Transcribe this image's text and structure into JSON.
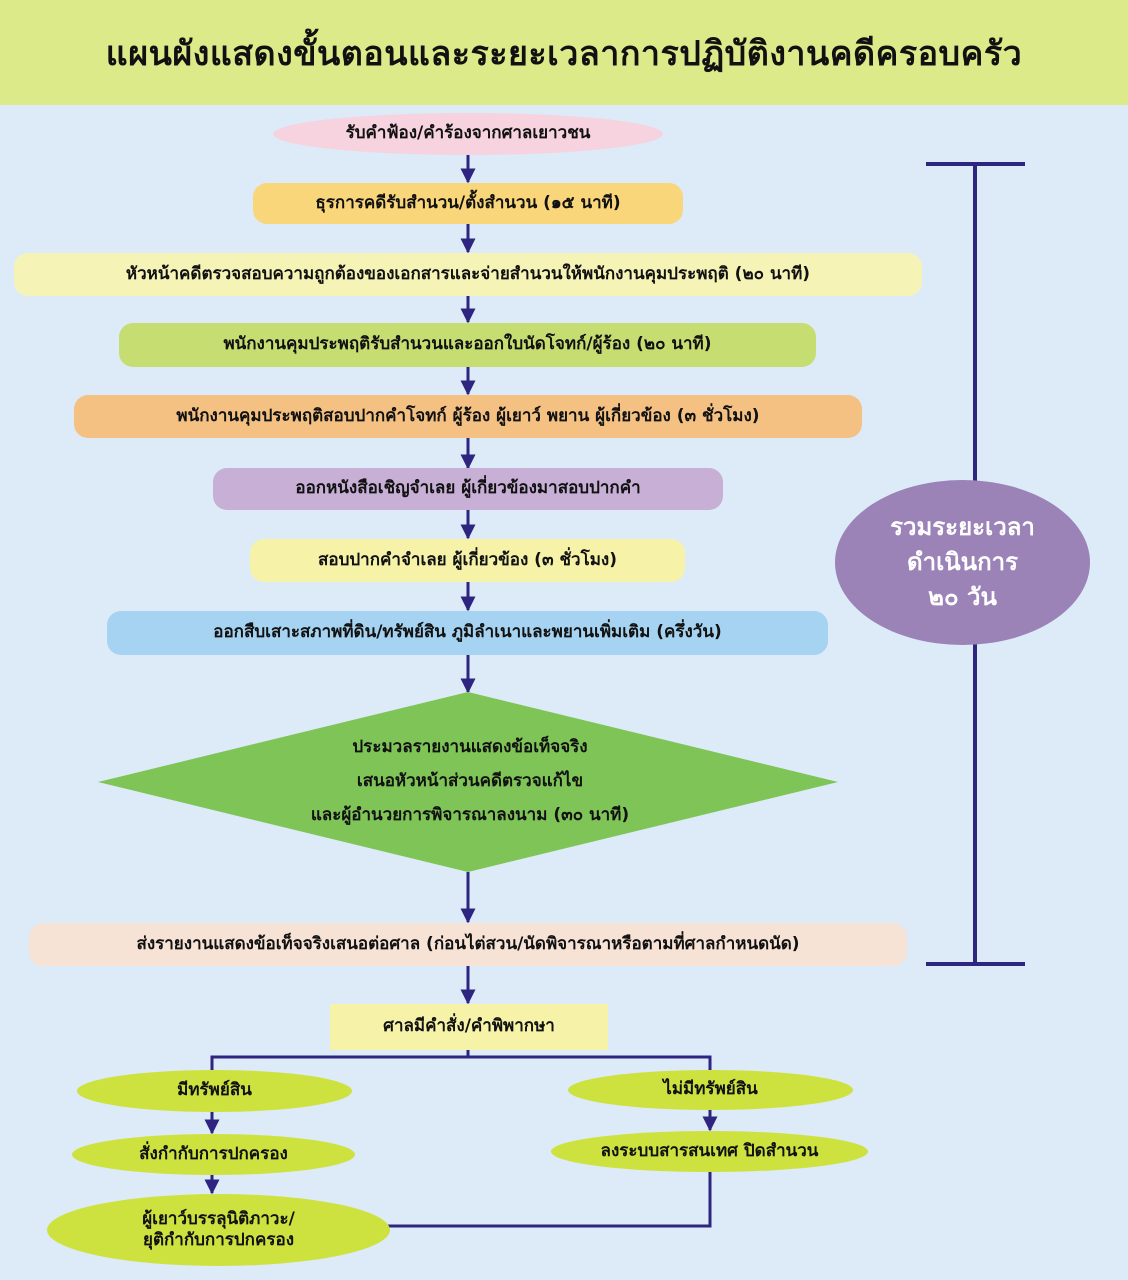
{
  "title": "แผนผังแสดงขั้นตอนและระยะเวลาการปฏิบัติงานคดีครอบครัว",
  "steps": {
    "s1": "รับคำฟ้อง/คำร้องจากศาลเยาวชน",
    "s2": "ธุรการคดีรับสำนวน/ตั้งสำนวน (๑๕ นาที)",
    "s3": "หัวหน้าคดีตรวจสอบความถูกต้องของเอกสารและจ่ายสำนวนให้พนักงานคุมประพฤติ (๒๐ นาที)",
    "s4": "พนักงานคุมประพฤติรับสำนวนและออกใบนัดโจทก์/ผู้ร้อง (๒๐ นาที)",
    "s5": "พนักงานคุมประพฤติสอบปากคำโจทก์ ผู้ร้อง ผู้เยาว์ พยาน ผู้เกี่ยวข้อง (๓ ชั่วโมง)",
    "s6": "ออกหนังสือเชิญจำเลย ผู้เกี่ยวข้องมาสอบปากคำ",
    "s7": "สอบปากคำจำเลย ผู้เกี่ยวข้อง (๓ ชั่วโมง)",
    "s8": "ออกสืบเสาะสภาพที่ดิน/ทรัพย์สิน ภูมิลำเนาและพยานเพิ่มเติม (ครึ่งวัน)",
    "diamond": {
      "line1": "ประมวลรายงานแสดงข้อเท็จจริง",
      "line2": "เสนอหัวหน้าส่วนคดีตรวจแก้ไข",
      "line3": "และผู้อำนวยการพิจารณาลงนาม (๓๐ นาที)"
    },
    "s9": "ส่งรายงานแสดงข้อเท็จจริงเสนอต่อศาล (ก่อนไต่สวน/นัดพิจารณาหรือตามที่ศาลกำหนดนัด)",
    "s10": "ศาลมีคำสั่ง/คำพิพากษา"
  },
  "left_branch": {
    "a1": "มีทรัพย์สิน",
    "a2": "สั่งกำกับการปกครอง",
    "a3_line1": "ผู้เยาว์บรรลุนิติภาวะ/",
    "a3_line2": "ยุติกำกับการปกครอง"
  },
  "right_branch": {
    "b1": "ไม่มีทรัพย์สิน",
    "b2": "ลงระบบสารสนเทศ ปิดสำนวน"
  },
  "summary": {
    "line1": "รวมระยะเวลา",
    "line2": "ดำเนินการ",
    "line3": "๒๐ วัน"
  },
  "colors": {
    "header_bg": "#ddea8a",
    "page_bg": "#dcebf7",
    "connector": "#2d2580",
    "pink": "#f6d3de",
    "yellow_orange": "#f9d67a",
    "light_yellow": "#f6f3b6",
    "lime": "#c6dd72",
    "orange": "#f4c183",
    "lavender": "#c7afd6",
    "pale_yellow": "#f6f3a8",
    "sky": "#a5d3f1",
    "diamond_green": "#7fc457",
    "peach": "#f7e2d6",
    "lime_ellipse": "#cee23f",
    "summary_purple": "#9b82b7"
  }
}
